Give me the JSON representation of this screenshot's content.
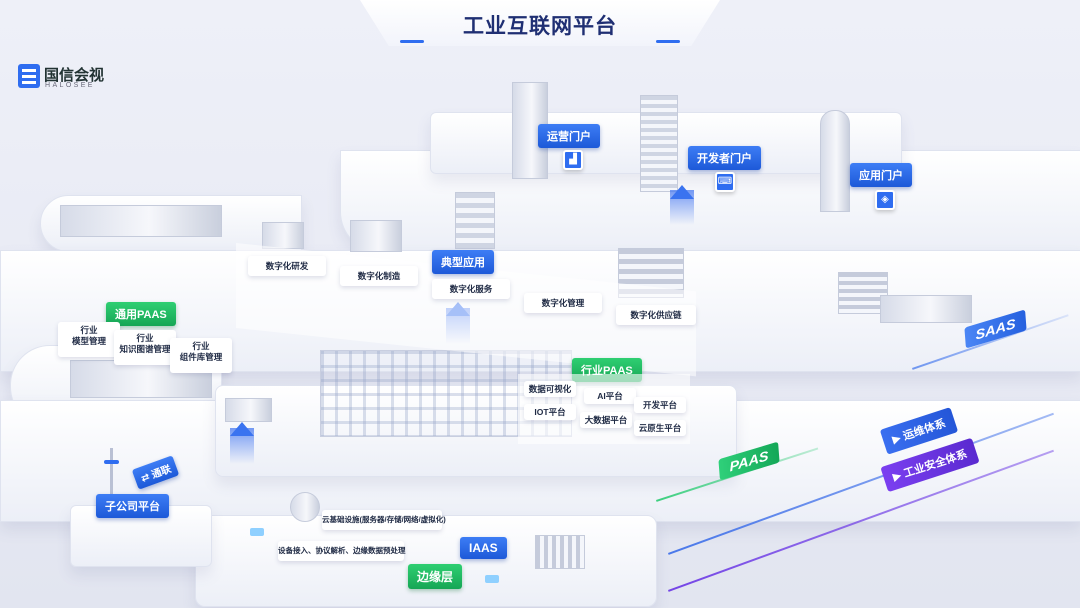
{
  "title": "工业互联网平台",
  "logo": {
    "name_cn": "国信会视",
    "name_en": "HALOSEE"
  },
  "portals": [
    {
      "label": "运营门户",
      "icon": "chart-icon"
    },
    {
      "label": "开发者门户",
      "icon": "code-icon"
    },
    {
      "label": "应用门户",
      "icon": "cube-icon"
    }
  ],
  "typical_apps": {
    "header": "典型应用",
    "items": [
      "数字化研发",
      "数字化制造",
      "数字化服务",
      "数字化管理",
      "数字化供应链"
    ]
  },
  "general_paas": {
    "header": "通用PAAS",
    "items": [
      "行业\n模型管理",
      "行业\n知识图谱管理",
      "行业\n组件库管理"
    ]
  },
  "industry_paas": {
    "header": "行业PAAS",
    "items": [
      "数据可视化",
      "AI平台",
      "开发平台",
      "IOT平台",
      "大数据平台",
      "云原生平台"
    ]
  },
  "layer_labels": {
    "saas": "SAAS",
    "paas": "PAAS",
    "iaas": "IAAS"
  },
  "systems": [
    {
      "label": "运维体系",
      "color": "#2f62e0"
    },
    {
      "label": "工业安全体系",
      "color": "#6a33e6"
    }
  ],
  "subsidiary": {
    "label": "子公司平台",
    "connector": "通联"
  },
  "iaas_text": "云基础设施(服务器/存储/网络/虚拟化)",
  "edge": {
    "text": "设备接入、协议解析、边缘数据预处理",
    "label": "边缘层"
  },
  "colors": {
    "blue": "#2f6df0",
    "green": "#1fb862",
    "purple": "#6a33e6",
    "title": "#1f2f73"
  }
}
